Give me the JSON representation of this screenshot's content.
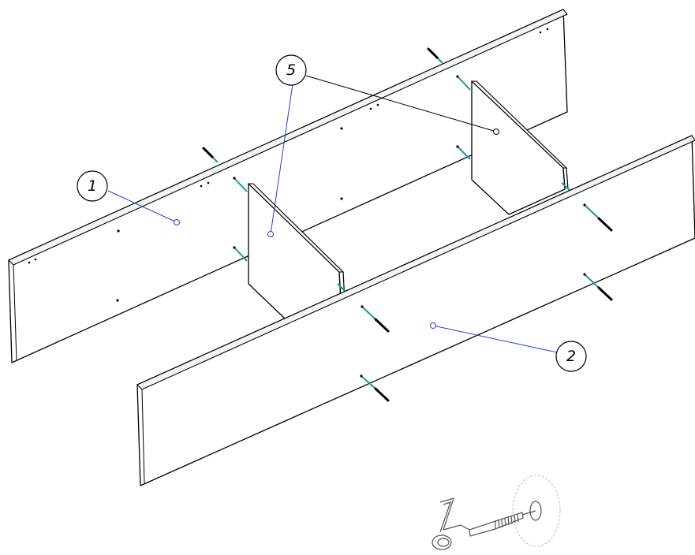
{
  "callouts": {
    "panel_1": "1",
    "panel_2": "2",
    "panel_5": "5"
  },
  "colors": {
    "leader_blue": "#2b3bd6",
    "leader_black": "#000000",
    "dowel_teal": "#1a9a8e",
    "line_black": "#000000"
  },
  "icons": {
    "fastener_detail": "cam-lock-screw-icon"
  }
}
